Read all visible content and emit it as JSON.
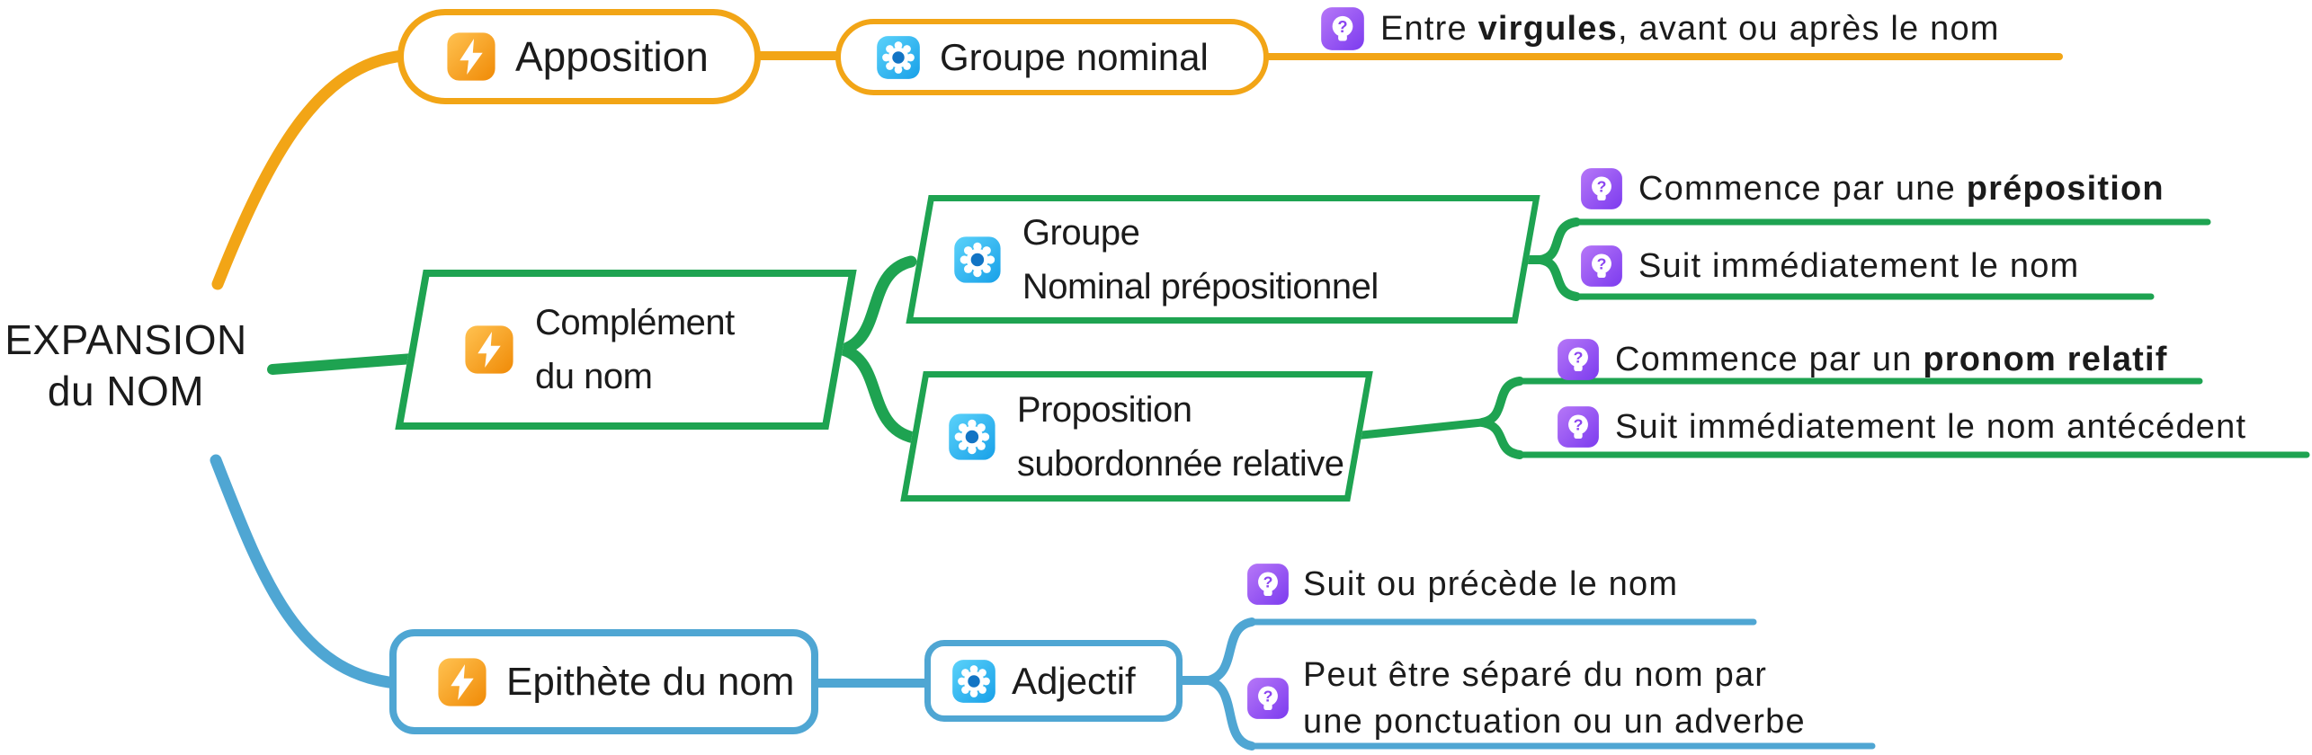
{
  "colors": {
    "orange": "#F2A516",
    "green": "#1EA351",
    "blue": "#4FA6D3",
    "purple": "#8B45F0",
    "text": "#1B1B1B"
  },
  "root": {
    "line1": "EXPANSION",
    "line2": "du NOM"
  },
  "branch_apposition": {
    "topic": "Apposition",
    "subtopic": "Groupe nominal",
    "note": {
      "prefix": "Entre ",
      "bold": "virgules",
      "suffix": ", avant ou après le nom"
    }
  },
  "branch_complement": {
    "topic": {
      "line1": "Complément",
      "line2": "du nom"
    },
    "gn_prepositionnel": {
      "line1": "Groupe",
      "line2": "Nominal prépositionnel",
      "note_preposition": {
        "prefix": "Commence par une ",
        "bold": "préposition"
      },
      "note_suit": {
        "text": "Suit immédiatement le nom"
      }
    },
    "prop_subordonnee": {
      "line1": "Proposition",
      "line2": "subordonnée relative",
      "note_pronom": {
        "prefix": "Commence par un ",
        "bold": "pronom relatif"
      },
      "note_suit": {
        "text": "Suit immédiatement le nom antécédent"
      }
    }
  },
  "branch_epithete": {
    "topic": "Epithète du nom",
    "subtopic": "Adjectif",
    "note_position": {
      "text": "Suit ou précède le nom"
    },
    "note_separation": {
      "line1": "Peut être séparé du nom par",
      "line2": "une ponctuation ou un adverbe"
    }
  },
  "icons": {
    "topic_icon": "lightning-icon",
    "subtopic_icon": "gear-icon",
    "note_icon": "question-bulb-icon"
  }
}
